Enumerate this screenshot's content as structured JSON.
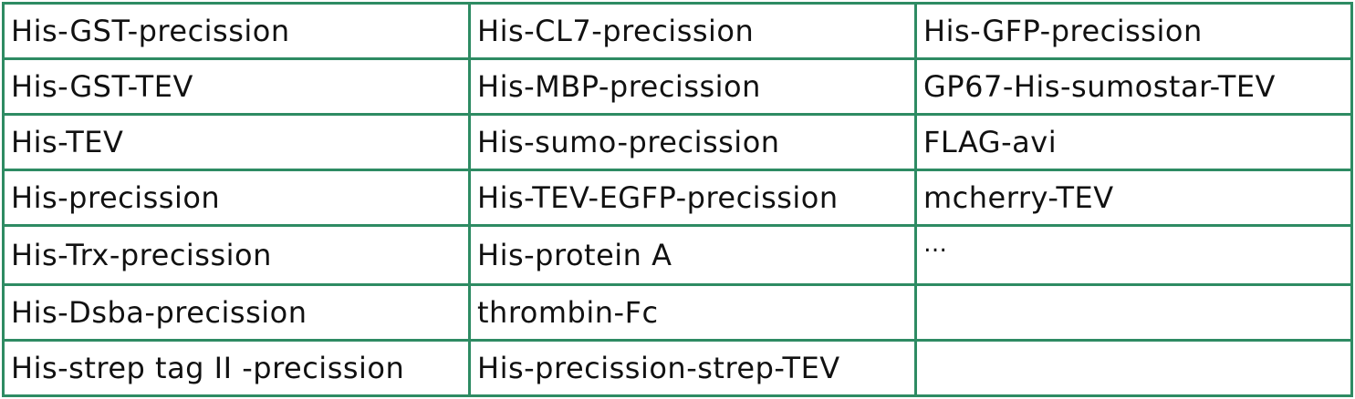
{
  "table": {
    "rows": [
      [
        "His-GST-precission",
        "His-CL7-precission",
        "His-GFP-precission"
      ],
      [
        "His-GST-TEV",
        "His-MBP-precission",
        "GP67-His-sumostar-TEV"
      ],
      [
        "His-TEV",
        "His-sumo-precission",
        "FLAG-avi"
      ],
      [
        "His-precission",
        "His-TEV-EGFP-precission",
        "mcherry-TEV"
      ],
      [
        "His-Trx-precission",
        "His-protein A",
        "…"
      ],
      [
        "His-Dsba-precission",
        "thrombin-Fc",
        ""
      ],
      [
        "His-strep tag II -precission",
        "His-precission-strep-TEV",
        ""
      ]
    ]
  },
  "colors": {
    "border": "#2e8b63",
    "text": "#111111",
    "background": "#ffffff"
  }
}
